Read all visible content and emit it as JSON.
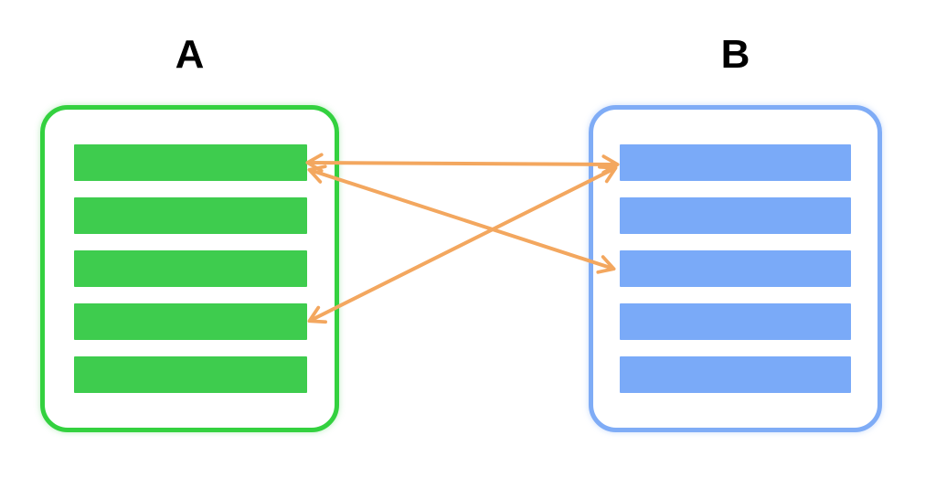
{
  "diagram": {
    "background": "#ffffff",
    "panels": [
      {
        "id": "A",
        "label": "A",
        "item_count": 5,
        "border_color": "#33d13f",
        "bar_color": "#3ecc4e"
      },
      {
        "id": "B",
        "label": "B",
        "item_count": 5,
        "border_color": "#7facf6",
        "bar_color": "#7aaaf8"
      }
    ],
    "arrows": {
      "color": "#f3a75f",
      "connections": [
        {
          "from": "A1",
          "to": "B1",
          "bidirectional": true
        },
        {
          "from": "A1",
          "to": "B3",
          "bidirectional": true
        },
        {
          "from": "A4",
          "to": "B1",
          "bidirectional": true
        }
      ]
    }
  }
}
